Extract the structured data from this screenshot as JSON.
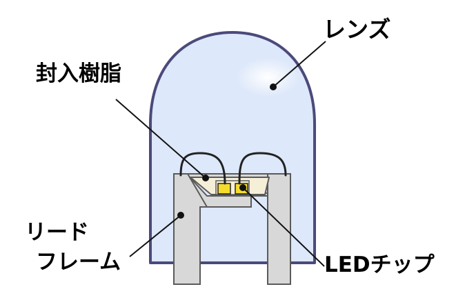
{
  "labels": {
    "lens": "レンズ",
    "resin": "封入樹脂",
    "lead_frame_line1": "リード",
    "lead_frame_line2": "フレーム",
    "led_chip": "LEDチップ"
  },
  "colors": {
    "lens_fill": "#dde8fa",
    "lens_outline": "#4b4a7a",
    "lead_fill": "#d8d8d8",
    "lead_outline": "#5a5a5a",
    "resin_fill": "#f6efd8",
    "chip_fill": "#f5dc2c",
    "wire": "#222222",
    "leader": "#111111"
  },
  "icons": {
    "lens_highlight": "ellipse-glow",
    "pointer_dot": "filled-circle"
  }
}
